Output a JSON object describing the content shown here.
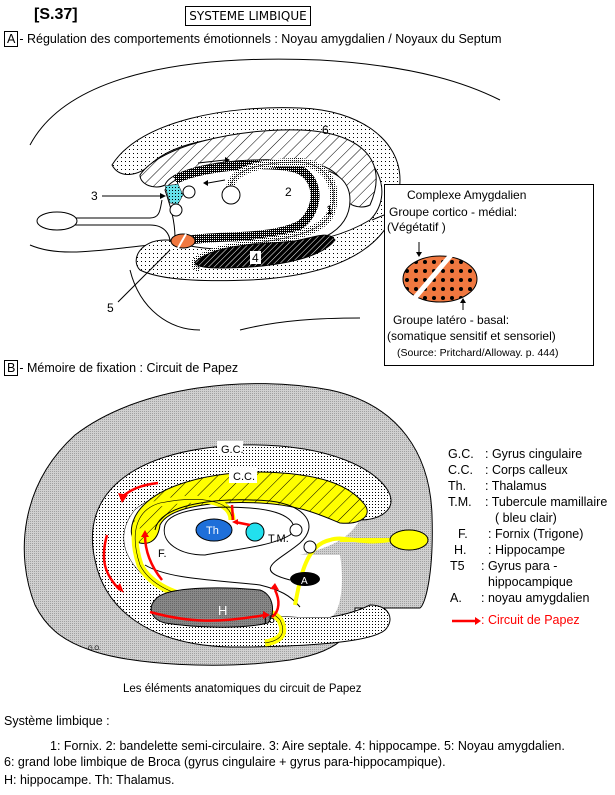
{
  "header": {
    "reference": "[S.37]",
    "title": "SYSTEME LIMBIQUE"
  },
  "section_a": {
    "letter": "A",
    "title": "- Régulation des comportements émotionnels : Noyau amygdalien / Noyaux du Septum",
    "labels": [
      "1",
      "2",
      "3",
      "4",
      "5",
      "6"
    ],
    "amygdala_box": {
      "title": "Complexe Amygdalien",
      "top_label_line1": "Groupe cortico - médial:",
      "top_label_line2": "(Végétatif )",
      "bottom_label_line1": "Groupe latéro - basal:",
      "bottom_label_line2": "(somatique sensitif et sensoriel)",
      "source": "(Source: Pritchard/Alloway. p. 444)"
    },
    "colors": {
      "septal_area": "#66e0e8",
      "amygdala": "#f07840"
    }
  },
  "section_b": {
    "letter": "B",
    "title": "- Mémoire de fixation : Circuit de Papez",
    "diagram_labels": {
      "gc": "G.C.",
      "cc": "C.C.",
      "th": "Th",
      "tm": "T.M.",
      "f": "F.",
      "h": "H",
      "t5": "T5",
      "a": "A",
      "author": "G.O."
    },
    "legend": [
      {
        "abbr": "G.C.",
        "desc": ": Gyrus cingulaire"
      },
      {
        "abbr": "C.C.",
        "desc": ": Corps calleux"
      },
      {
        "abbr": "Th.",
        "desc": ": Thalamus"
      },
      {
        "abbr": "T.M.",
        "desc": ": Tubercule mamillaire"
      },
      {
        "abbr": "",
        "desc": "( bleu clair)"
      },
      {
        "abbr": "F.",
        "desc": ": Fornix (Trigone)"
      },
      {
        "abbr": "H.",
        "desc": ": Hippocampe"
      },
      {
        "abbr": "T5",
        "desc": ": Gyrus para -"
      },
      {
        "abbr": "",
        "desc": "hippocampique"
      },
      {
        "abbr": "A.",
        "desc": ": noyau amygdalien"
      }
    ],
    "circuit_legend": ": Circuit de Papez",
    "caption": "Les éléments anatomiques du circuit de Papez",
    "colors": {
      "cortex": "#c0c0c0",
      "fornix": "#ffff00",
      "thalamus": "#1e6fd9",
      "mamillary": "#22e0ee",
      "hippocampus": "#808080",
      "circuit": "#ff0000"
    }
  },
  "footer": {
    "heading": "Système limbique :",
    "line1": "1: Fornix. 2: bandelette semi-circulaire. 3: Aire septale. 4: hippocampe. 5: Noyau amygdalien.",
    "line2": "6: grand lobe limbique de Broca (gyrus cingulaire + gyrus para-hippocampique).",
    "line3": "H: hippocampe. Th: Thalamus."
  }
}
